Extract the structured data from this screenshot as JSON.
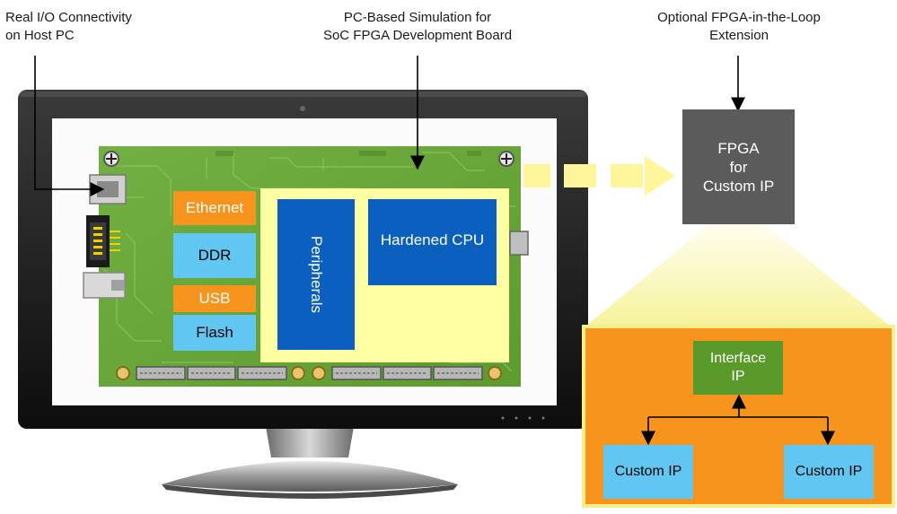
{
  "annotations": {
    "io": "Real I/O Connectivity\non Host PC",
    "sim": "PC-Based Simulation for\nSoC FPGA Development Board",
    "fil": "Optional FPGA-in-the-Loop\nExtension"
  },
  "board": {
    "ethernet": "Ethernet",
    "ddr": "DDR",
    "usb": "USB",
    "flash": "Flash",
    "peripherals": "Peripherals",
    "cpu": "Hardened CPU"
  },
  "fpga": {
    "label": "FPGA\nfor\nCustom IP",
    "interface_ip": "Interface\nIP",
    "custom_ip_left": "Custom IP",
    "custom_ip_right": "Custom IP"
  },
  "colors": {
    "orange": "#f7941d",
    "light_blue": "#62c6f2",
    "dark_blue": "#0b5fbf",
    "pale_yellow": "#ffffa3",
    "green_board": "#6aa83a",
    "interface_green": "#5a9a2a",
    "fpga_gray": "#5b5b5b"
  },
  "icons": [
    "monitor",
    "monitor-stand",
    "pcb-board",
    "ethernet-port",
    "usb-port",
    "header-pins",
    "arrow"
  ]
}
